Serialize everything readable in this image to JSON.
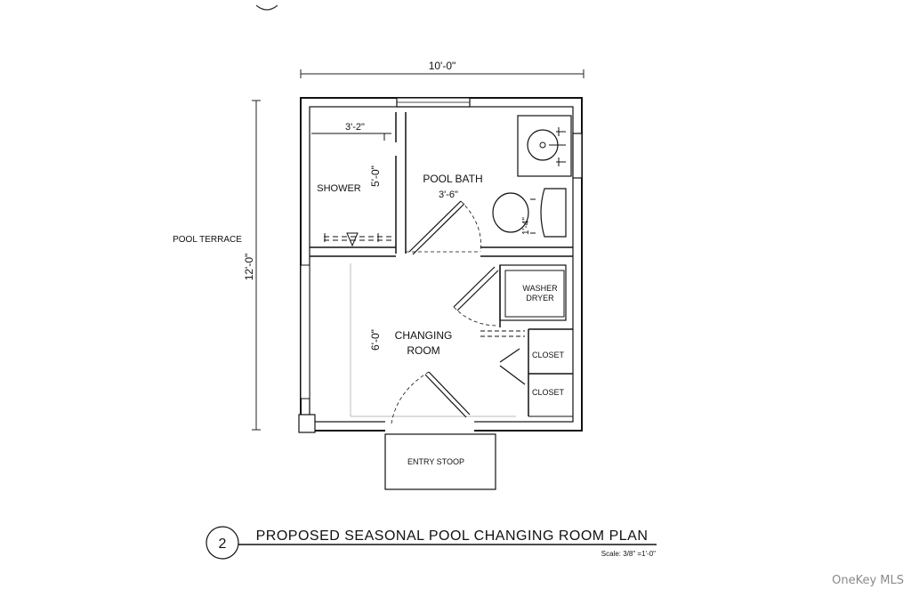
{
  "plan": {
    "title": "PROPOSED SEASONAL POOL CHANGING ROOM PLAN",
    "number": "2",
    "scale": "Scale: 3/8\" =1'-0\""
  },
  "dimensions": {
    "overall_width": "10'-0\"",
    "overall_depth": "12'-0\"",
    "shower_width": "3'-2\"",
    "shower_depth": "5'-0\"",
    "bath_width": "3'-6\"",
    "toilet_clearance": "1'-4\"",
    "changing_depth": "6'-0\""
  },
  "rooms": {
    "shower": "SHOWER",
    "pool_bath": "POOL BATH",
    "changing_line1": "CHANGING",
    "changing_line2": "ROOM",
    "washer": "WASHER",
    "dryer": "DRYER",
    "closet_upper": "CLOSET",
    "closet_lower": "CLOSET",
    "entry": "ENTRY STOOP"
  },
  "context": {
    "terrace": "POOL TERRACE"
  },
  "watermark": "OneKey MLS"
}
